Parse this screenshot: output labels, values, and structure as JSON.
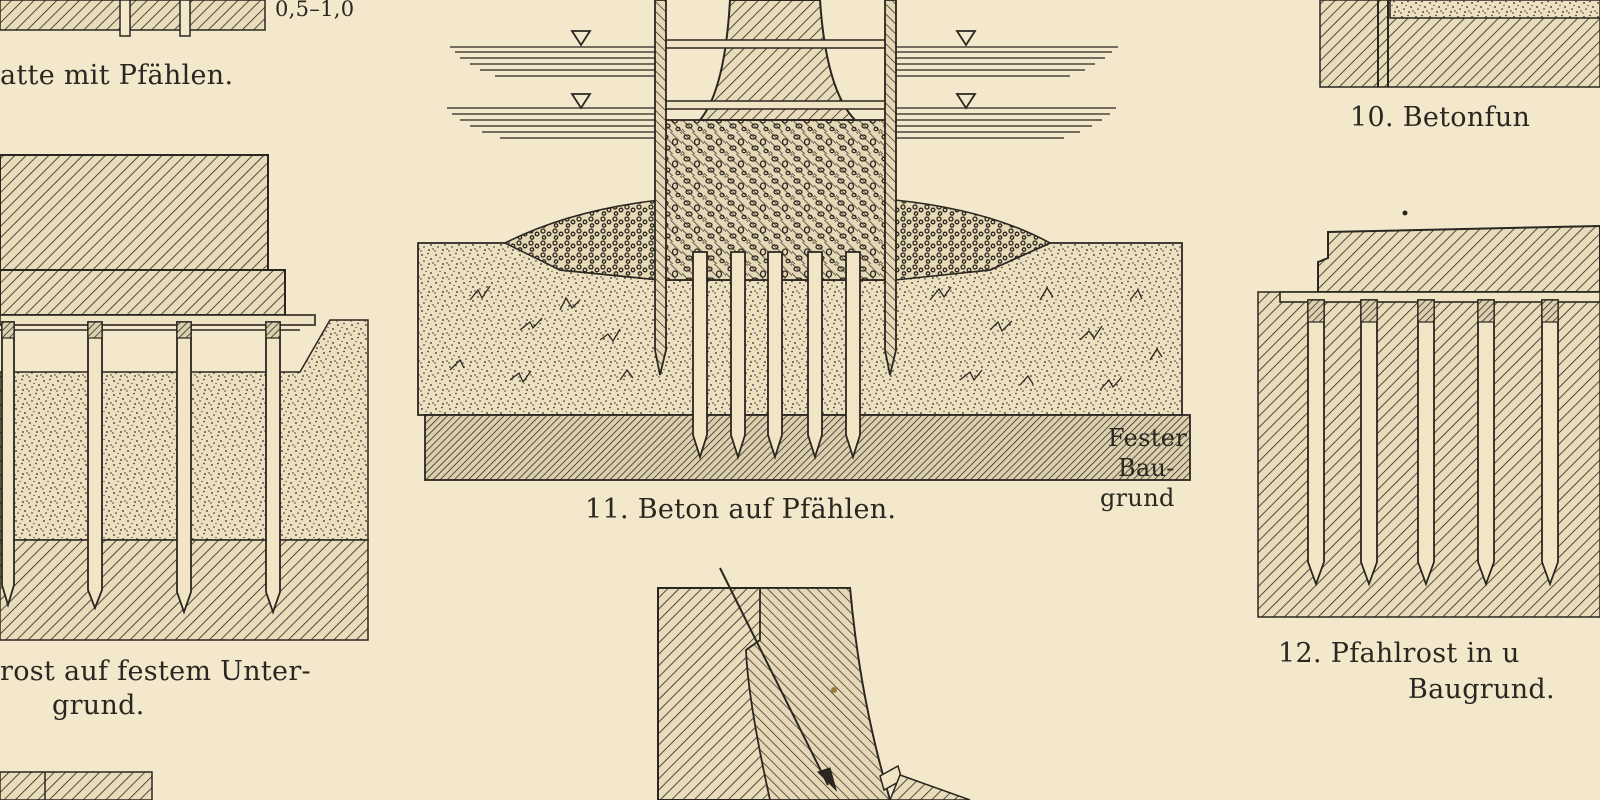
{
  "plate": {
    "paper_color": "#f3e8cc",
    "ink_color": "#2a2620",
    "figures": [
      {
        "id": "fig-top-left",
        "caption": "atte mit Pfählen.",
        "dimension": "0,5–1,0"
      },
      {
        "id": "fig-left",
        "caption_line1": "rost auf festem Unter-",
        "caption_line2": "grund."
      },
      {
        "id": "fig-11",
        "caption": "11. Beton auf Pfählen.",
        "soil_label_line1": "Fester",
        "soil_label_line2": "Bau-",
        "soil_label_line3": "grund"
      },
      {
        "id": "fig-10",
        "caption": "10. Betonfun"
      },
      {
        "id": "fig-12",
        "caption_line1": "12. Pfahlrost in u",
        "caption_line2": "Baugrund."
      }
    ]
  }
}
